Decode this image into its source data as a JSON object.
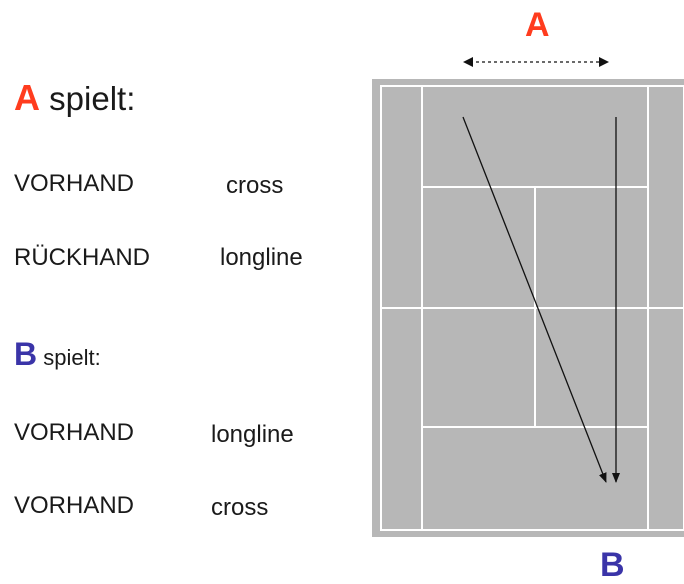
{
  "left_panel": {
    "player_a": {
      "letter": "A",
      "suffix": "spielt:"
    },
    "a_shots": [
      {
        "stroke": "VORHAND",
        "direction": "cross"
      },
      {
        "stroke": "RÜCKHAND",
        "direction": "longline"
      }
    ],
    "player_b": {
      "letter": "B",
      "suffix": "spielt:"
    },
    "b_shots": [
      {
        "stroke": "VORHAND",
        "direction": "longline"
      },
      {
        "stroke": "VORHAND",
        "direction": "cross"
      }
    ]
  },
  "court": {
    "top_label": "A",
    "bottom_label": "B"
  },
  "colors": {
    "player_a": "#ff3c1e",
    "player_b": "#3a34a8",
    "court_surface": "#b7b7b7",
    "court_lines": "#ffffff",
    "arrows": "#111111"
  }
}
